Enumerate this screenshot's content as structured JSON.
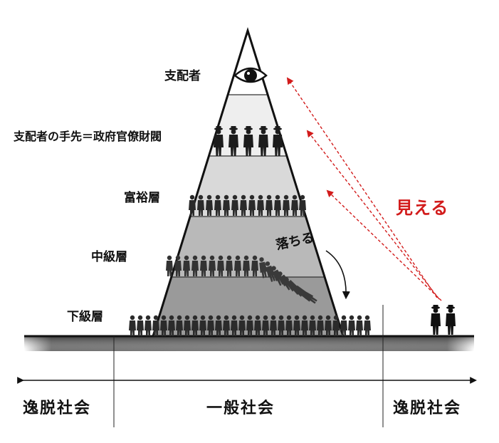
{
  "tiers": [
    {
      "label": "支配者"
    },
    {
      "label": "支配者の手先＝政府官僚財閥"
    },
    {
      "label": "富裕層"
    },
    {
      "label": "中級層"
    },
    {
      "label": "下級層"
    }
  ],
  "annotations": {
    "fall": "落ちる",
    "see": "見える"
  },
  "society": {
    "left": "逸脱社会",
    "center": "一般社会",
    "right": "逸脱社会"
  },
  "colors": {
    "see_arrows": "#d21b1b",
    "silhouette": "#2a2a2a",
    "outline": "#111111"
  },
  "icons": [
    "eye-icon",
    "people-silhouettes",
    "falling-figures",
    "observers-silhouette"
  ]
}
